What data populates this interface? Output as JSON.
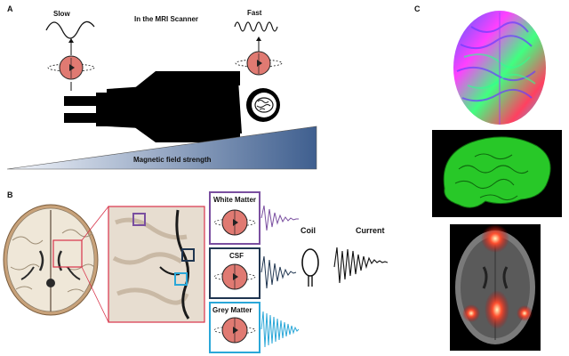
{
  "panel_a": {
    "letter": "A",
    "slow_label": "Slow",
    "fast_label": "Fast",
    "scanner_label": "In the MRI Scanner",
    "field_label": "Magnetic field strength"
  },
  "panel_b": {
    "letter": "B",
    "white_matter_label": "White Matter",
    "csf_label": "CSF",
    "grey_matter_label": "Grey Matter",
    "coil_label": "Coil",
    "current_label": "Current"
  },
  "panel_c": {
    "letter": "C"
  },
  "colors": {
    "white_matter": "#7a4fa0",
    "csf": "#1f3550",
    "grey_matter": "#2aa7d8",
    "spin_fill": "#e07a72",
    "ramp": "#3f5f8f",
    "callout": "#d8334a"
  },
  "icons": [
    "spin-icon",
    "person-icon",
    "brain-icon",
    "coil-icon"
  ]
}
